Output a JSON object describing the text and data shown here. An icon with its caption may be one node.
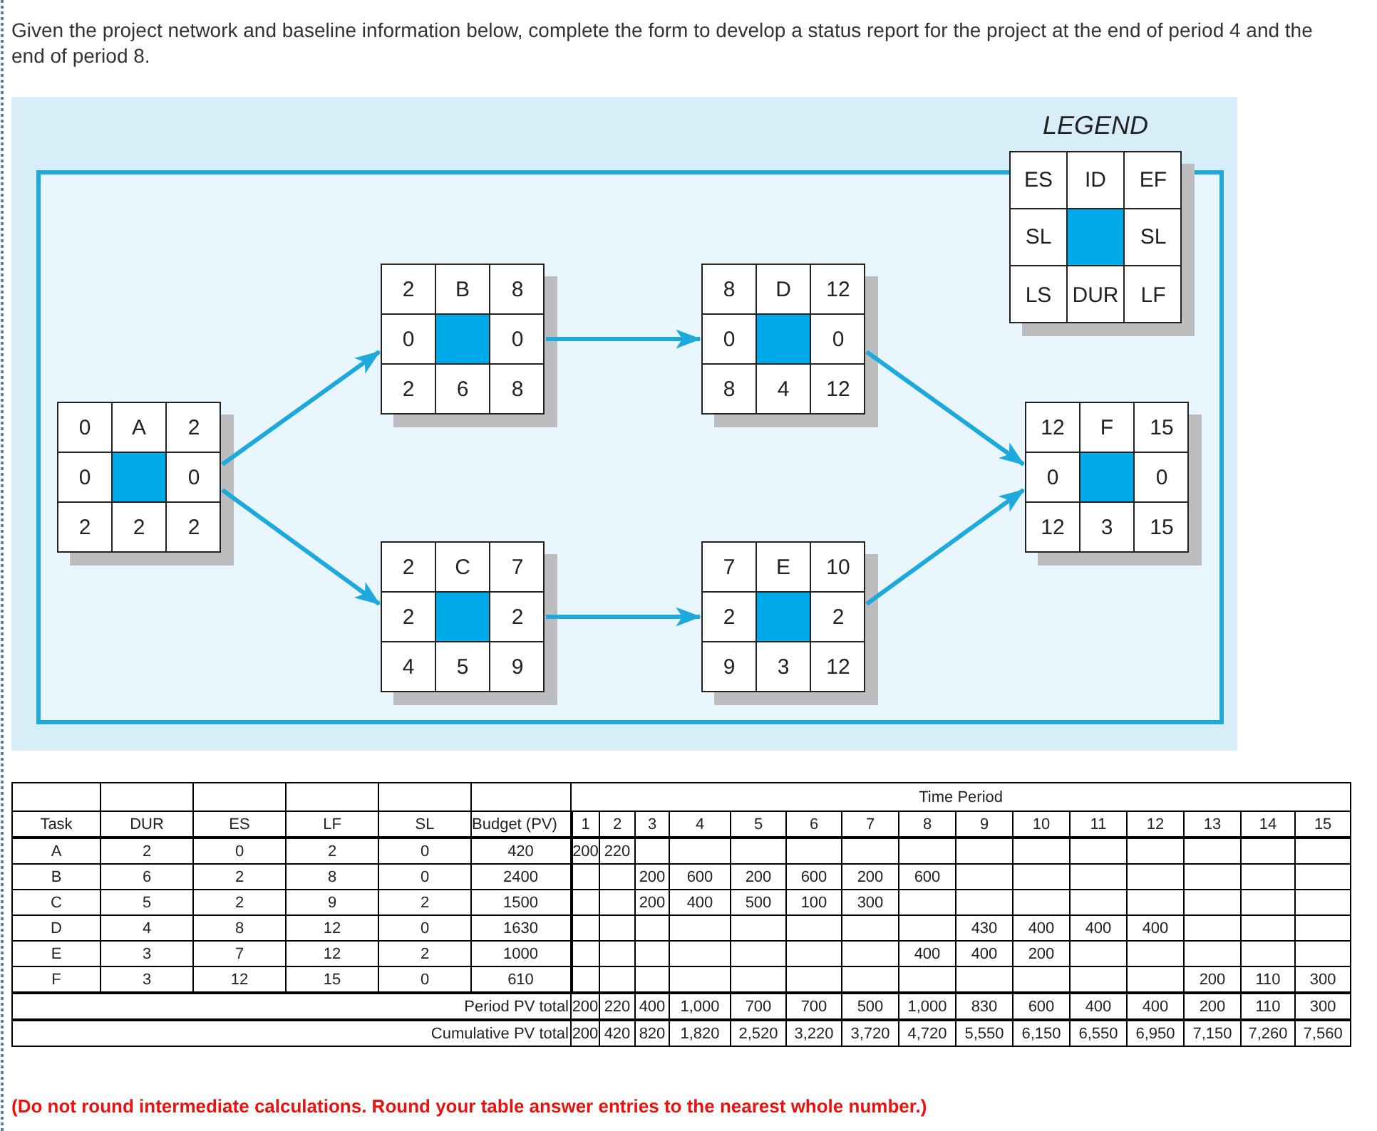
{
  "diagram": {
    "nodes": [
      {
        "text": [
          "0",
          "A",
          "2",
          "0",
          "0",
          "2",
          "2",
          "2"
        ]
      },
      {
        "text": [
          "2",
          "B",
          "8",
          "0",
          "0",
          "2",
          "6",
          "8"
        ]
      },
      {
        "text": [
          "2",
          "C",
          "7",
          "2",
          "2",
          "4",
          "5",
          "9"
        ]
      },
      {
        "text": [
          "8",
          "D",
          "12",
          "0",
          "0",
          "8",
          "4",
          "12"
        ]
      },
      {
        "text": [
          "7",
          "E",
          "10",
          "2",
          "2",
          "9",
          "3",
          "12"
        ]
      },
      {
        "text": [
          "12",
          "F",
          "15",
          "0",
          "0",
          "12",
          "3",
          "15"
        ]
      },
      {
        "text": [
          "LEGEND",
          "ES",
          "ID",
          "EF",
          "SL",
          "SL",
          "LS",
          "DUR",
          "LF"
        ]
      }
    ],
    "edges": [
      {
        "from": 0,
        "to": 1,
        "arrow": "to"
      },
      {
        "from": 0,
        "to": 2,
        "arrow": "to"
      },
      {
        "from": 1,
        "to": 3,
        "arrow": "to"
      },
      {
        "from": 2,
        "to": 4,
        "arrow": "to"
      },
      {
        "from": 3,
        "to": 5,
        "arrow": "to"
      },
      {
        "from": 4,
        "to": 5,
        "arrow": "to"
      }
    ],
    "labels": [
      "Given the project network and baseline information below, complete the form to develop a status report for the project at the end of period 4 and the end of period 8.",
      "Time Period",
      "Task",
      "DUR",
      "ES",
      "LF",
      "SL",
      "Budget (PV)",
      "1",
      "2",
      "3",
      "4",
      "5",
      "6",
      "7",
      "8",
      "9",
      "10",
      "11",
      "12",
      "13",
      "14",
      "15",
      "A",
      "2",
      "0",
      "2",
      "0",
      "420",
      "200",
      "220",
      "B",
      "6",
      "2",
      "8",
      "0",
      "2400",
      "200",
      "600",
      "200",
      "600",
      "200",
      "600",
      "C",
      "5",
      "2",
      "9",
      "2",
      "1500",
      "200",
      "400",
      "500",
      "100",
      "300",
      "D",
      "4",
      "8",
      "12",
      "0",
      "1630",
      "430",
      "400",
      "400",
      "400",
      "E",
      "3",
      "7",
      "12",
      "2",
      "1000",
      "400",
      "400",
      "200",
      "F",
      "3",
      "12",
      "15",
      "0",
      "610",
      "200",
      "110",
      "300",
      "Period PV total",
      "200",
      "220",
      "400",
      "1,000",
      "700",
      "700",
      "500",
      "1,000",
      "830",
      "600",
      "400",
      "400",
      "200",
      "110",
      "300",
      "Cumulative PV total",
      "200",
      "420",
      "820",
      "1,820",
      "2,520",
      "3,220",
      "3,720",
      "4,720",
      "5,550",
      "6,150",
      "6,550",
      "6,950",
      "7,150",
      "7,260",
      "7,560",
      "(Do not round intermediate calculations. Round your table answer entries to the nearest whole number.)"
    ]
  }
}
